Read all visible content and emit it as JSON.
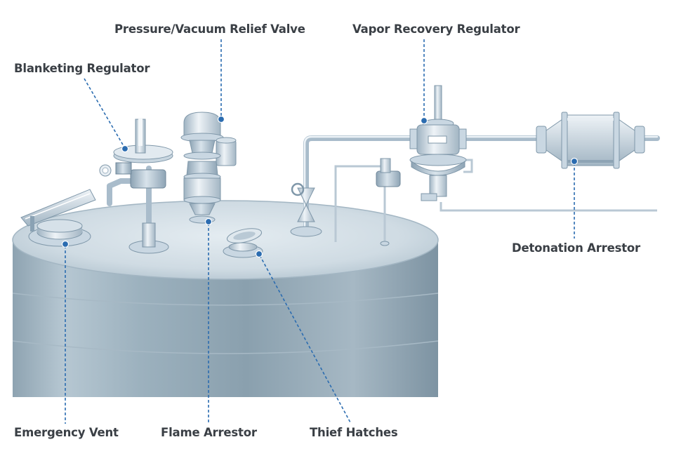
{
  "labels": {
    "pressure_vacuum_relief_valve": "Pressure/Vacuum Relief Valve",
    "vapor_recovery_regulator": "Vapor Recovery Regulator",
    "blanketing_regulator": "Blanketing Regulator",
    "detonation_arrestor": "Detonation Arrestor",
    "emergency_vent": "Emergency Vent",
    "flame_arrestor": "Flame Arrestor",
    "thief_hatches": "Thief Hatches"
  },
  "colors": {
    "leader_line": "#2b6cb0",
    "label_text": "#3a3f45",
    "tank_body": "#8fa6b4",
    "tank_roof": "#c7d5df"
  }
}
